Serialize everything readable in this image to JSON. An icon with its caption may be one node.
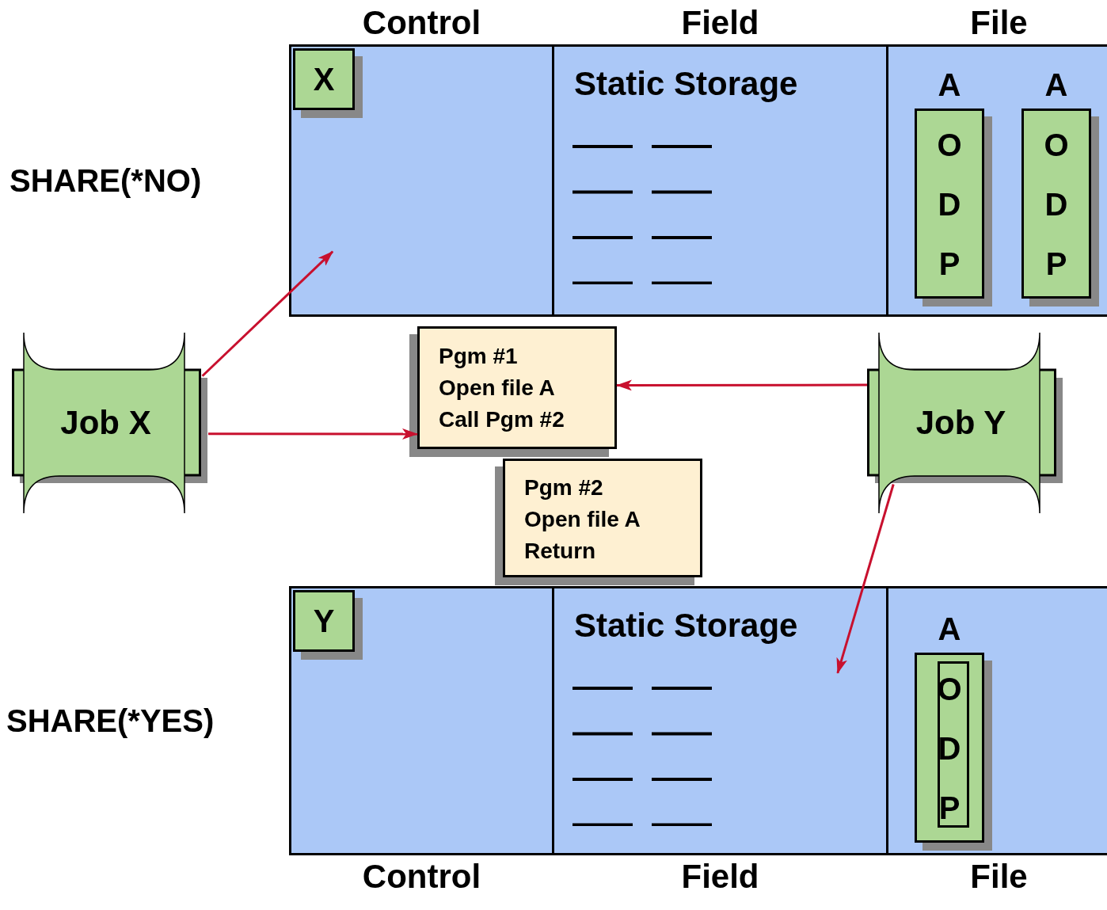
{
  "diagram": {
    "nodes": [
      {
        "text": [],
        "shape": "box"
      },
      {
        "text": [
          "Control"
        ],
        "in": 0
      },
      {
        "text": [
          "X"
        ],
        "in": 1
      },
      {
        "text": [
          "Field",
          "Static Storage"
        ],
        "in": 0
      },
      {
        "text": [
          "File"
        ],
        "in": 0
      },
      {
        "text": [
          "A",
          "O D P"
        ],
        "in": 4
      },
      {
        "text": [
          "A",
          "O D P"
        ],
        "in": 4
      },
      {
        "text": [
          "Job X"
        ]
      },
      {
        "text": [
          "Pgm #1",
          "Open file A",
          "Call Pgm #2"
        ]
      },
      {
        "text": [
          "Pgm #2",
          "Open file A",
          "Return"
        ]
      },
      {
        "text": [
          "Job Y"
        ]
      },
      {
        "text": [],
        "shape": "box"
      },
      {
        "text": [
          "Control"
        ],
        "in": 11
      },
      {
        "text": [
          "Y"
        ],
        "in": 12
      },
      {
        "text": [
          "Static Storage",
          "Field"
        ],
        "in": 11
      },
      {
        "text": [
          "File"
        ],
        "in": 11
      },
      {
        "text": [
          "A",
          "O D P"
        ],
        "in": 15
      }
    ],
    "edges": [
      {
        "from": 7,
        "to": 1,
        "arrow": "to"
      },
      {
        "from": 7,
        "to": 8,
        "arrow": "to"
      },
      {
        "from": 10,
        "to": 8,
        "arrow": "to"
      },
      {
        "from": 10,
        "to": 14,
        "arrow": "to"
      }
    ],
    "labels": [
      "SHARE(*NO)",
      "SHARE(*YES)"
    ]
  }
}
